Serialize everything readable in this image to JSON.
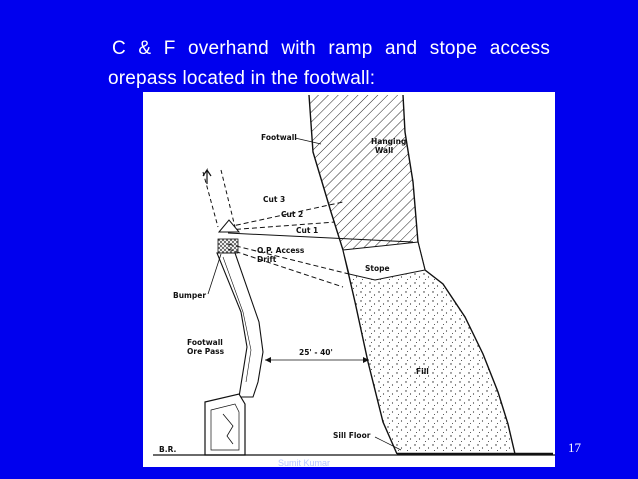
{
  "slide": {
    "title_line1": "C & F overhand with ramp and stope access",
    "title_line2": "orepass located in the footwall:",
    "page_number": "17",
    "watermark": "Sumit Kumar"
  },
  "diagram": {
    "labels": {
      "footwall": "Footwall",
      "hanging_wall_1": "Hanging",
      "hanging_wall_2": "Wall",
      "cut3": "Cut 3",
      "cut2": "Cut 2",
      "cut1": "Cut 1",
      "op_access_1": "O.P. Access",
      "op_access_2": "Drift",
      "stope": "Stope",
      "bumper": "Bumper",
      "ore_pass_1": "Footwall",
      "ore_pass_2": "Ore Pass",
      "distance": "25' - 40'",
      "fill": "Fill",
      "sill_floor": "Sill Floor",
      "br": "B.R."
    }
  }
}
